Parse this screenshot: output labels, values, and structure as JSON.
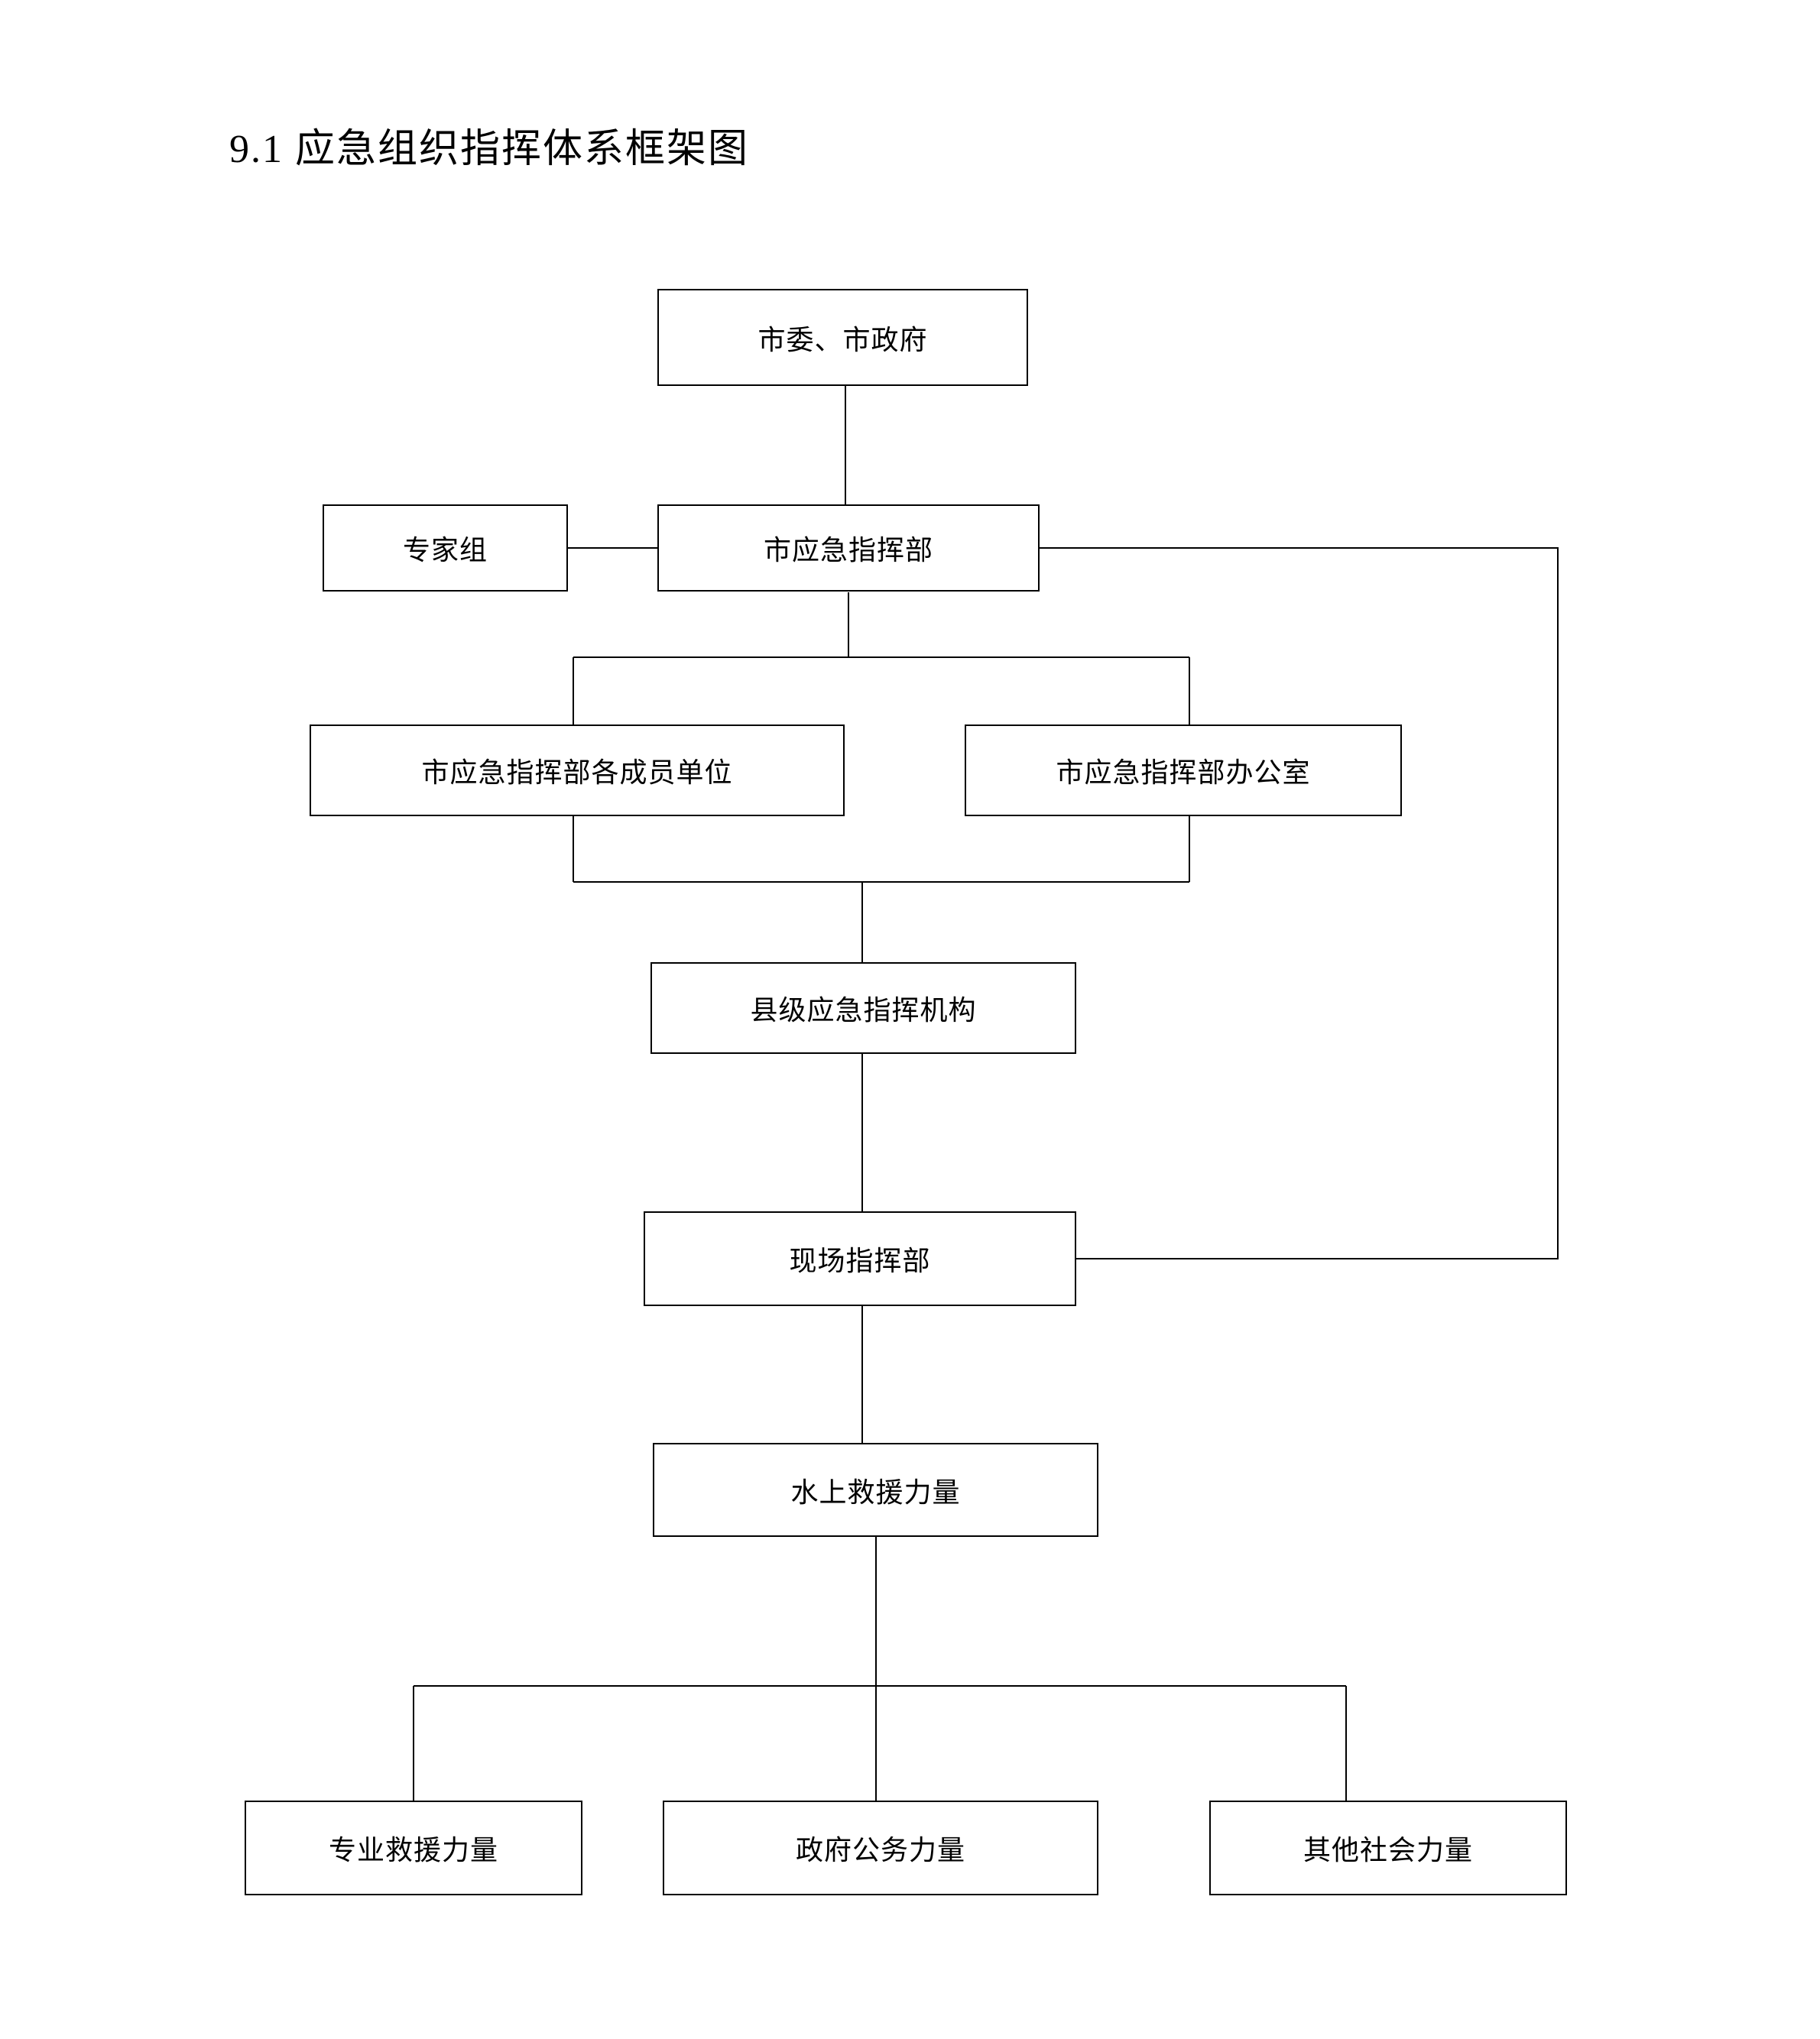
{
  "title": "9.1 应急组织指挥体系框架图",
  "nodes": {
    "city_government": {
      "label": "市委、市政府"
    },
    "expert_group": {
      "label": "专家组"
    },
    "city_emergency_command": {
      "label": "市应急指挥部"
    },
    "member_units": {
      "label": "市应急指挥部各成员单位"
    },
    "command_office": {
      "label": "市应急指挥部办公室"
    },
    "county_command": {
      "label": "县级应急指挥机构"
    },
    "onsite_command": {
      "label": "现场指挥部"
    },
    "water_rescue_force": {
      "label": "水上救援力量"
    },
    "professional_rescue": {
      "label": "专业救援力量"
    },
    "government_force": {
      "label": "政府公务力量"
    },
    "other_social_force": {
      "label": "其他社会力量"
    }
  },
  "edges": [
    {
      "from": "city_government",
      "to": "city_emergency_command"
    },
    {
      "from": "expert_group",
      "to": "city_emergency_command"
    },
    {
      "from": "city_emergency_command",
      "to": "member_units"
    },
    {
      "from": "city_emergency_command",
      "to": "command_office"
    },
    {
      "from": "member_units",
      "to": "county_command"
    },
    {
      "from": "command_office",
      "to": "county_command"
    },
    {
      "from": "county_command",
      "to": "onsite_command"
    },
    {
      "from": "city_emergency_command",
      "to": "onsite_command"
    },
    {
      "from": "onsite_command",
      "to": "water_rescue_force"
    },
    {
      "from": "water_rescue_force",
      "to": "professional_rescue"
    },
    {
      "from": "water_rescue_force",
      "to": "government_force"
    },
    {
      "from": "water_rescue_force",
      "to": "other_social_force"
    }
  ],
  "colors": {
    "background": "#ffffff",
    "line": "#000000",
    "box_border": "#000000",
    "text": "#000000"
  }
}
